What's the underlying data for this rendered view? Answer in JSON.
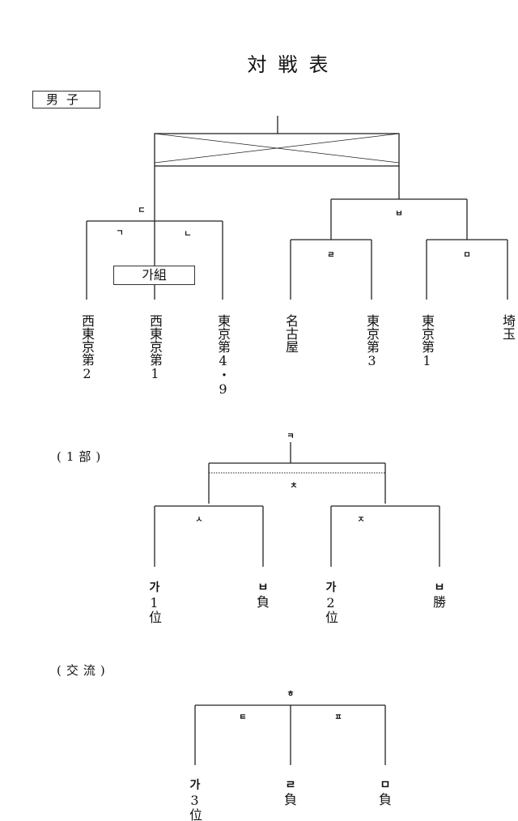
{
  "title": "対戦表",
  "section_men": "男子",
  "group_label": "가組",
  "bracket1": {
    "marks": {
      "d": "ㄷ",
      "g": "ㄱ",
      "n": "ㄴ",
      "b": "ㅂ",
      "r": "ㄹ",
      "m": "ㅁ"
    },
    "teams": [
      "西東京第2",
      "西東京第1",
      "東京第4・9",
      "名古屋",
      "東京第3",
      "東京第1",
      "埼玉"
    ]
  },
  "section_part1": "(1部)",
  "bracket2": {
    "marks": {
      "k": "ㅋ",
      "ch": "ㅊ",
      "s": "ㅅ",
      "j": "ㅈ"
    },
    "entries": [
      {
        "mark": "가",
        "text": "1位"
      },
      {
        "mark": "ㅂ",
        "text": "負"
      },
      {
        "mark": "가",
        "text": "2位"
      },
      {
        "mark": "ㅂ",
        "text": "勝"
      }
    ]
  },
  "section_exchange": "(交流)",
  "bracket3": {
    "marks": {
      "h": "ㅎ",
      "t": "ㅌ",
      "p": "ㅍ"
    },
    "entries": [
      {
        "mark": "가",
        "text": "3位"
      },
      {
        "mark": "ㄹ",
        "text": "負"
      },
      {
        "mark": "ㅁ",
        "text": "負"
      }
    ]
  }
}
